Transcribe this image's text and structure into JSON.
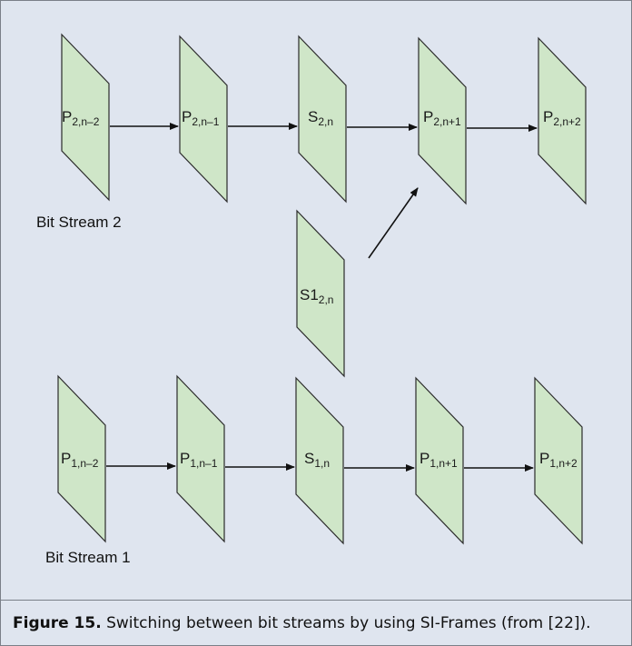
{
  "diagram": {
    "stream2_label": "Bit Stream 2",
    "stream1_label": "Bit Stream 1",
    "frames": [
      {
        "id": "p2-n-2",
        "base": "P",
        "sub": "2,n–2"
      },
      {
        "id": "p2-n-1",
        "base": "P",
        "sub": "2,n–1"
      },
      {
        "id": "s2-n",
        "base": "S",
        "sub": "2,n"
      },
      {
        "id": "p2-n+1",
        "base": "P",
        "sub": "2,n+1"
      },
      {
        "id": "p2-n+2",
        "base": "P",
        "sub": "2,n+2"
      },
      {
        "id": "si2-n",
        "base": "S1",
        "sub": "2,n"
      },
      {
        "id": "p1-n-2",
        "base": "P",
        "sub": "1,n–2"
      },
      {
        "id": "p1-n-1",
        "base": "P",
        "sub": "1,n–1"
      },
      {
        "id": "s1-n",
        "base": "S",
        "sub": "1,n"
      },
      {
        "id": "p1-n+1",
        "base": "P",
        "sub": "1,n+1"
      },
      {
        "id": "p1-n+2",
        "base": "P",
        "sub": "1,n+2"
      }
    ],
    "colors": {
      "frame_fill": "#cfe6c8",
      "frame_stroke": "#2b2b2b",
      "background": "#dfe5ef",
      "arrow": "#111111"
    }
  },
  "caption": {
    "label": "Figure 15.",
    "text": " Switching between bit streams by using SI-Frames (from [22])."
  }
}
